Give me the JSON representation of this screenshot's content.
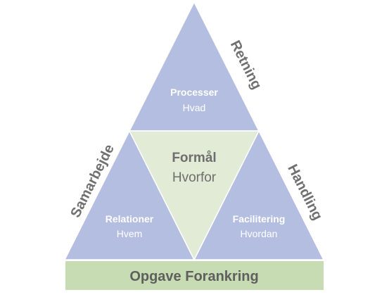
{
  "top": {
    "title": "Processer",
    "subtitle": "Hvad"
  },
  "center": {
    "title": "Formål",
    "subtitle": "Hvorfor"
  },
  "left": {
    "title": "Relationer",
    "subtitle": "Hvem"
  },
  "right": {
    "title": "Facilitering",
    "subtitle": "Hvordan"
  },
  "sides": {
    "top_right": "Retning",
    "left": "Samarbejde",
    "bottom_right": "Handling"
  },
  "base": {
    "label": "Opgave Forankring"
  },
  "colors": {
    "blue_fill": "#b4bee0",
    "green_fill": "#e1ebd5",
    "base_fill": "#c8dcb3",
    "label_white": "#ffffff",
    "label_gray": "#6e6e6e"
  }
}
